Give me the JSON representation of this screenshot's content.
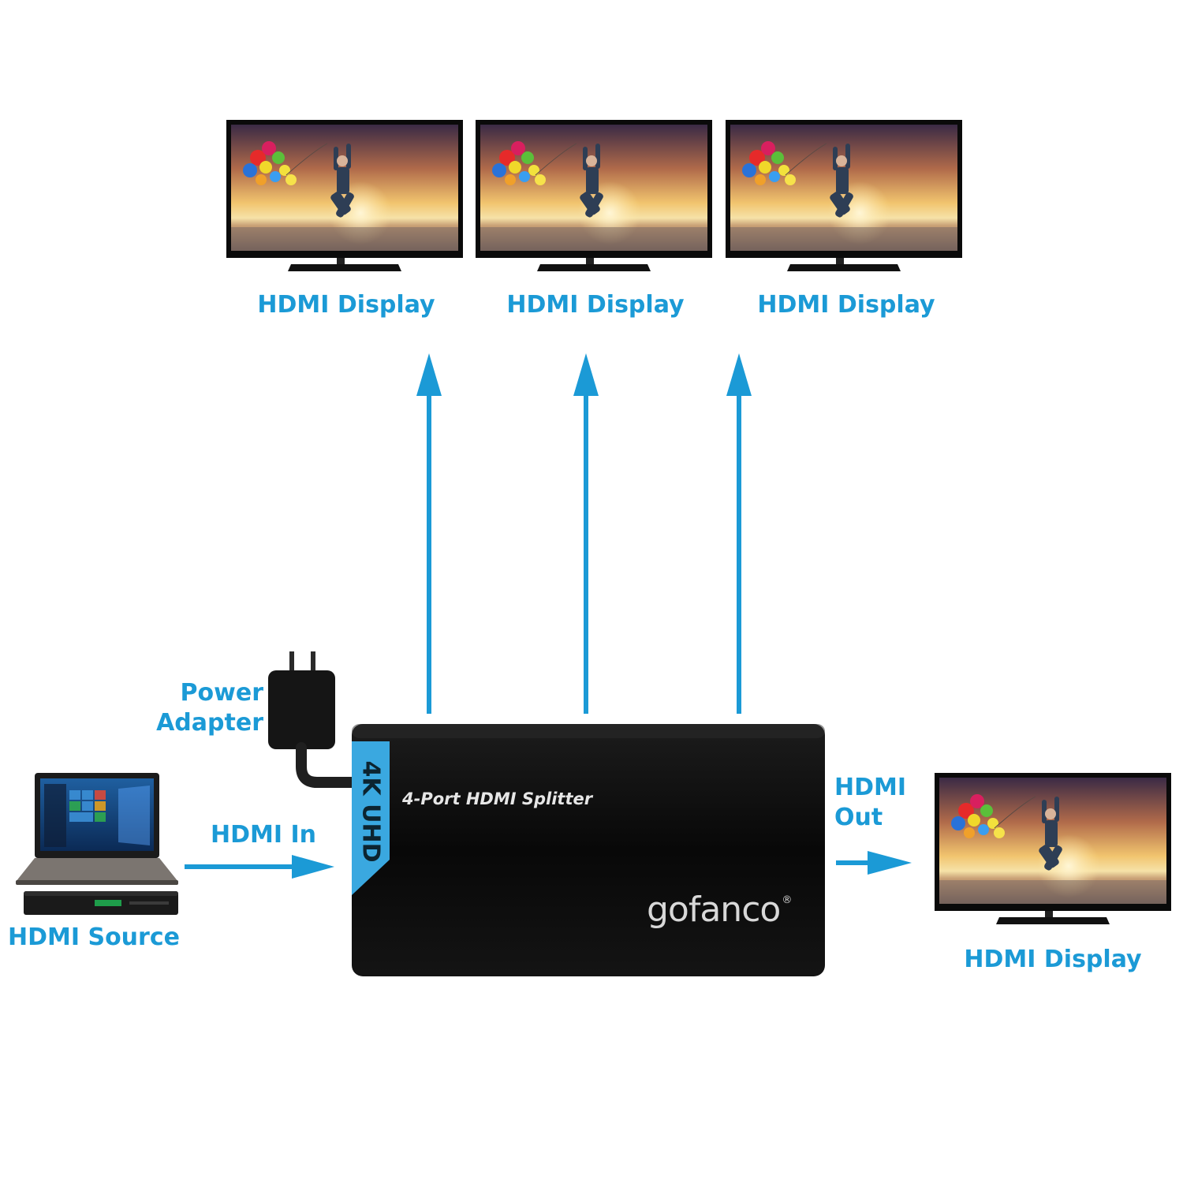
{
  "labels": {
    "display_1": "HDMI Display",
    "display_2": "HDMI Display",
    "display_3": "HDMI Display",
    "display_out": "HDMI Display",
    "power_line1": "Power",
    "power_line2": "Adapter",
    "hdmi_in": "HDMI In",
    "hdmi_out_line1": "HDMI",
    "hdmi_out_line2": "Out",
    "hdmi_source": "HDMI Source"
  },
  "splitter": {
    "badge": "4K UHD",
    "product_name": "4-Port HDMI Splitter",
    "brand": "gofanco",
    "registered": "®"
  },
  "colors": {
    "accent": "#1b9ad6",
    "device_body": "#0d0d0d",
    "badge": "#3aa8e0"
  }
}
